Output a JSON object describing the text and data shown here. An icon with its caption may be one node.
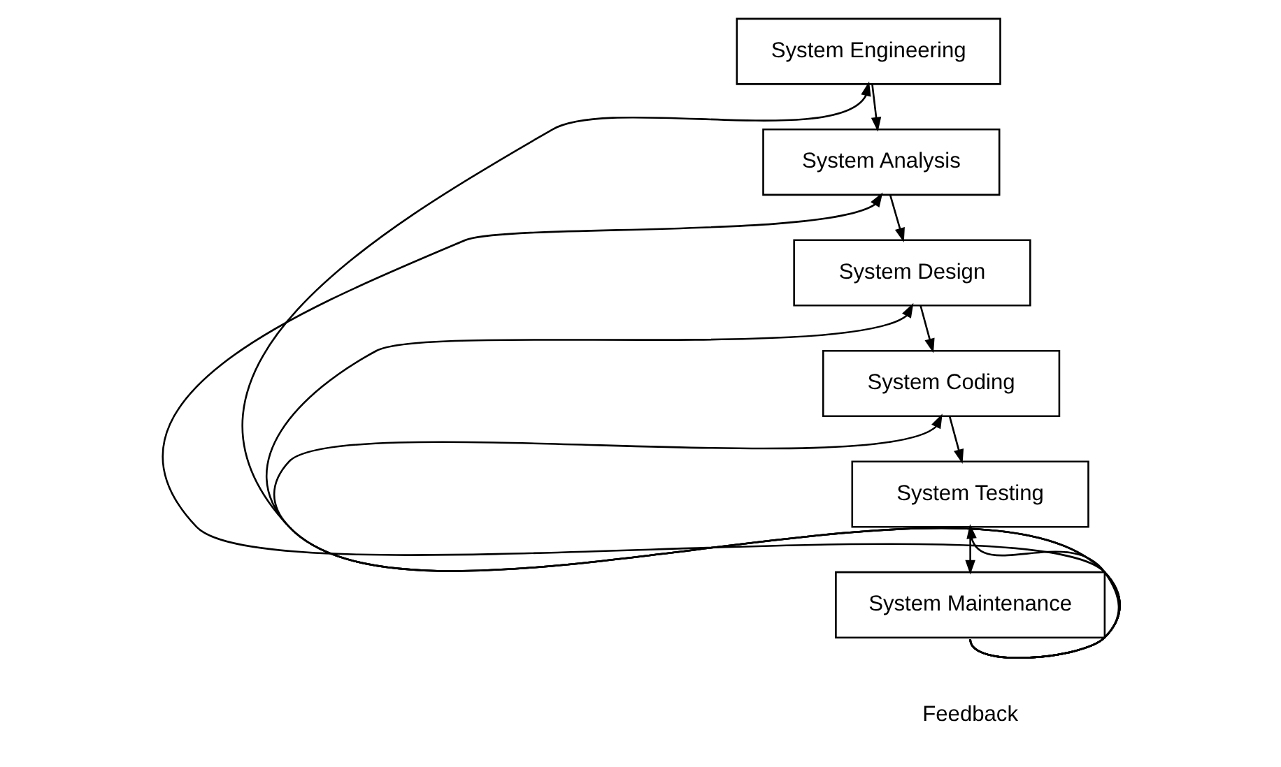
{
  "diagram": {
    "nodes": [
      {
        "text": [
          "System Engineering"
        ]
      },
      {
        "text": [
          "System Analysis"
        ]
      },
      {
        "text": [
          "System Design"
        ]
      },
      {
        "text": [
          "System Coding"
        ]
      },
      {
        "text": [
          "System Testing"
        ]
      },
      {
        "text": [
          "System Maintenance"
        ]
      }
    ],
    "edges": [
      {
        "from": 0,
        "to": 1,
        "arrow": "to"
      },
      {
        "from": 1,
        "to": 2,
        "arrow": "to"
      },
      {
        "from": 2,
        "to": 3,
        "arrow": "to"
      },
      {
        "from": 3,
        "to": 4,
        "arrow": "to"
      },
      {
        "from": 4,
        "to": 5,
        "arrow": "to"
      },
      {
        "from": 5,
        "to": 0,
        "arrow": "to"
      },
      {
        "from": 5,
        "to": 1,
        "arrow": "to"
      },
      {
        "from": 5,
        "to": 2,
        "arrow": "to"
      },
      {
        "from": 5,
        "to": 3,
        "arrow": "to"
      },
      {
        "from": 5,
        "to": 4,
        "arrow": "to"
      }
    ],
    "labels": [
      "Feedback"
    ]
  }
}
